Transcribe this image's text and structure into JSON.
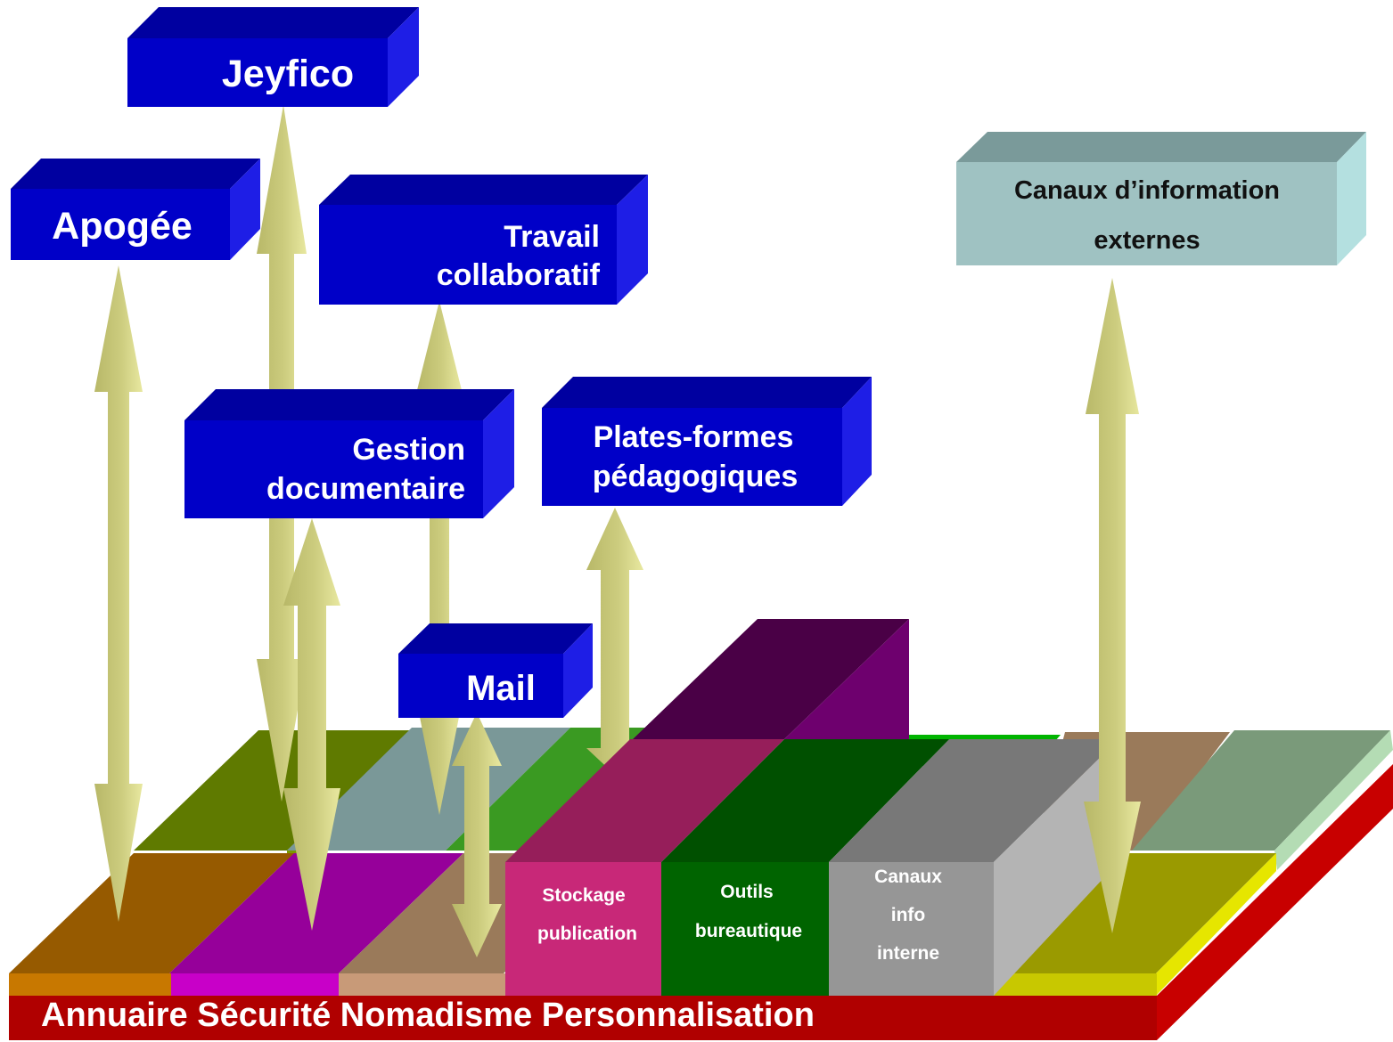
{
  "modules": {
    "jeyfico": "Jeyfico",
    "apogee": "Apogée",
    "travail_line1": "Travail",
    "travail_line2": "collaboratif",
    "gestion_line1": "Gestion",
    "gestion_line2": "documentaire",
    "plates_line1": "Plates-formes",
    "plates_line2": "pédagogiques",
    "mail": "Mail",
    "canaux_ext_line1": "Canaux d’information",
    "canaux_ext_line2": "externes"
  },
  "blocks": {
    "stockage_line1": "Stockage",
    "stockage_line2": "publication",
    "outils_line1": "Outils",
    "outils_line2": "bureautique",
    "canaux_int_line1": "Canaux",
    "canaux_int_line2": "info",
    "canaux_int_line3": "interne"
  },
  "base": {
    "label": "Annuaire Sécurité Nomadisme Personnalisation"
  },
  "colors": {
    "module_front": "#0000c8",
    "module_top": "#0000a0",
    "module_side": "#1414e6",
    "arrow": "#c8c878",
    "base_front": "#b40000",
    "canaux_ext_front": "#9fc2c2"
  }
}
